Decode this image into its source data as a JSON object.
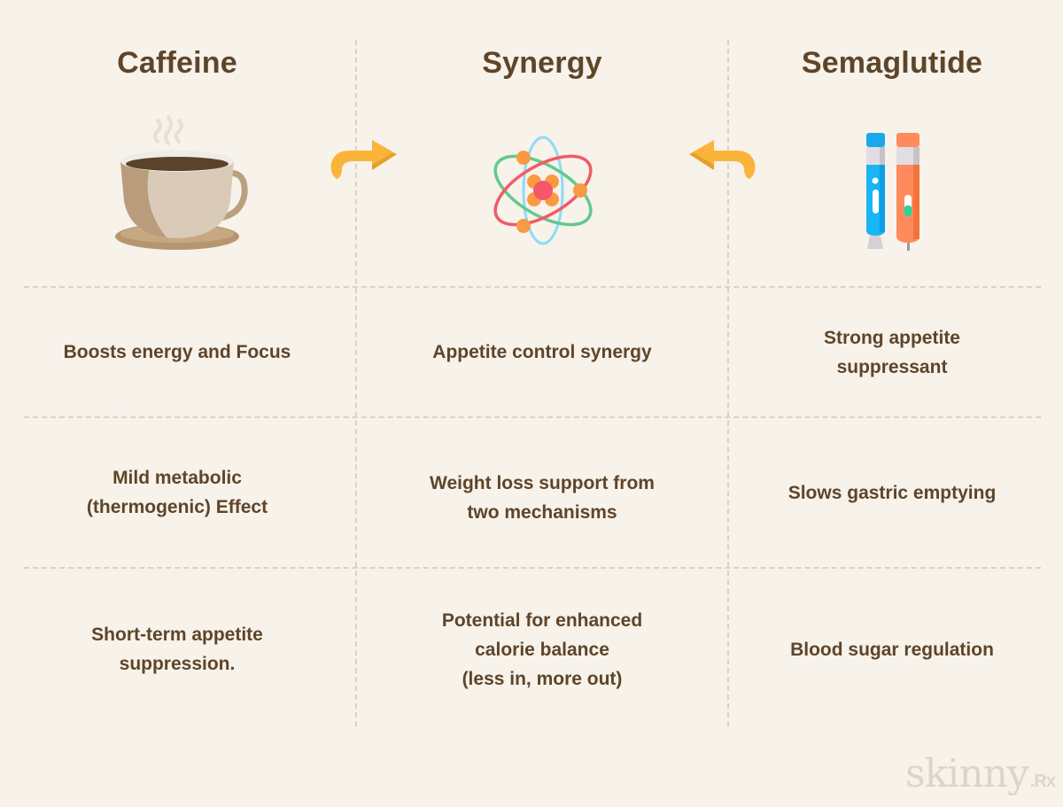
{
  "columns": [
    {
      "title": "Caffeine",
      "icon": "coffee-cup-icon",
      "rows": [
        [
          "Boosts energy and Focus"
        ],
        [
          "Mild metabolic",
          "(thermogenic) Effect"
        ],
        [
          "Short-term appetite",
          "suppression."
        ]
      ]
    },
    {
      "title": "Synergy",
      "icon": "atom-icon",
      "rows": [
        [
          "Appetite control synergy"
        ],
        [
          "Weight loss support from",
          "two mechanisms"
        ],
        [
          "Potential for enhanced",
          "calorie balance",
          "(less in, more out)"
        ]
      ]
    },
    {
      "title": "Semaglutide",
      "icon": "injection-pen-icon",
      "rows": [
        [
          "Strong appetite",
          "suppressant"
        ],
        [
          "Slows gastric emptying"
        ],
        [
          "Blood sugar regulation"
        ]
      ]
    }
  ],
  "arrows": [
    {
      "icon": "arrow-right-icon",
      "direction": "right",
      "color": "#fbb43a"
    },
    {
      "icon": "arrow-left-icon",
      "direction": "left",
      "color": "#fbb43a"
    }
  ],
  "brand": {
    "name": "skinny",
    "suffix": ".Rx"
  },
  "colors": {
    "background": "#f7f2ea",
    "text": "#5e4529",
    "divider": "#e0cfc4",
    "logo": "#ddd5c9"
  }
}
